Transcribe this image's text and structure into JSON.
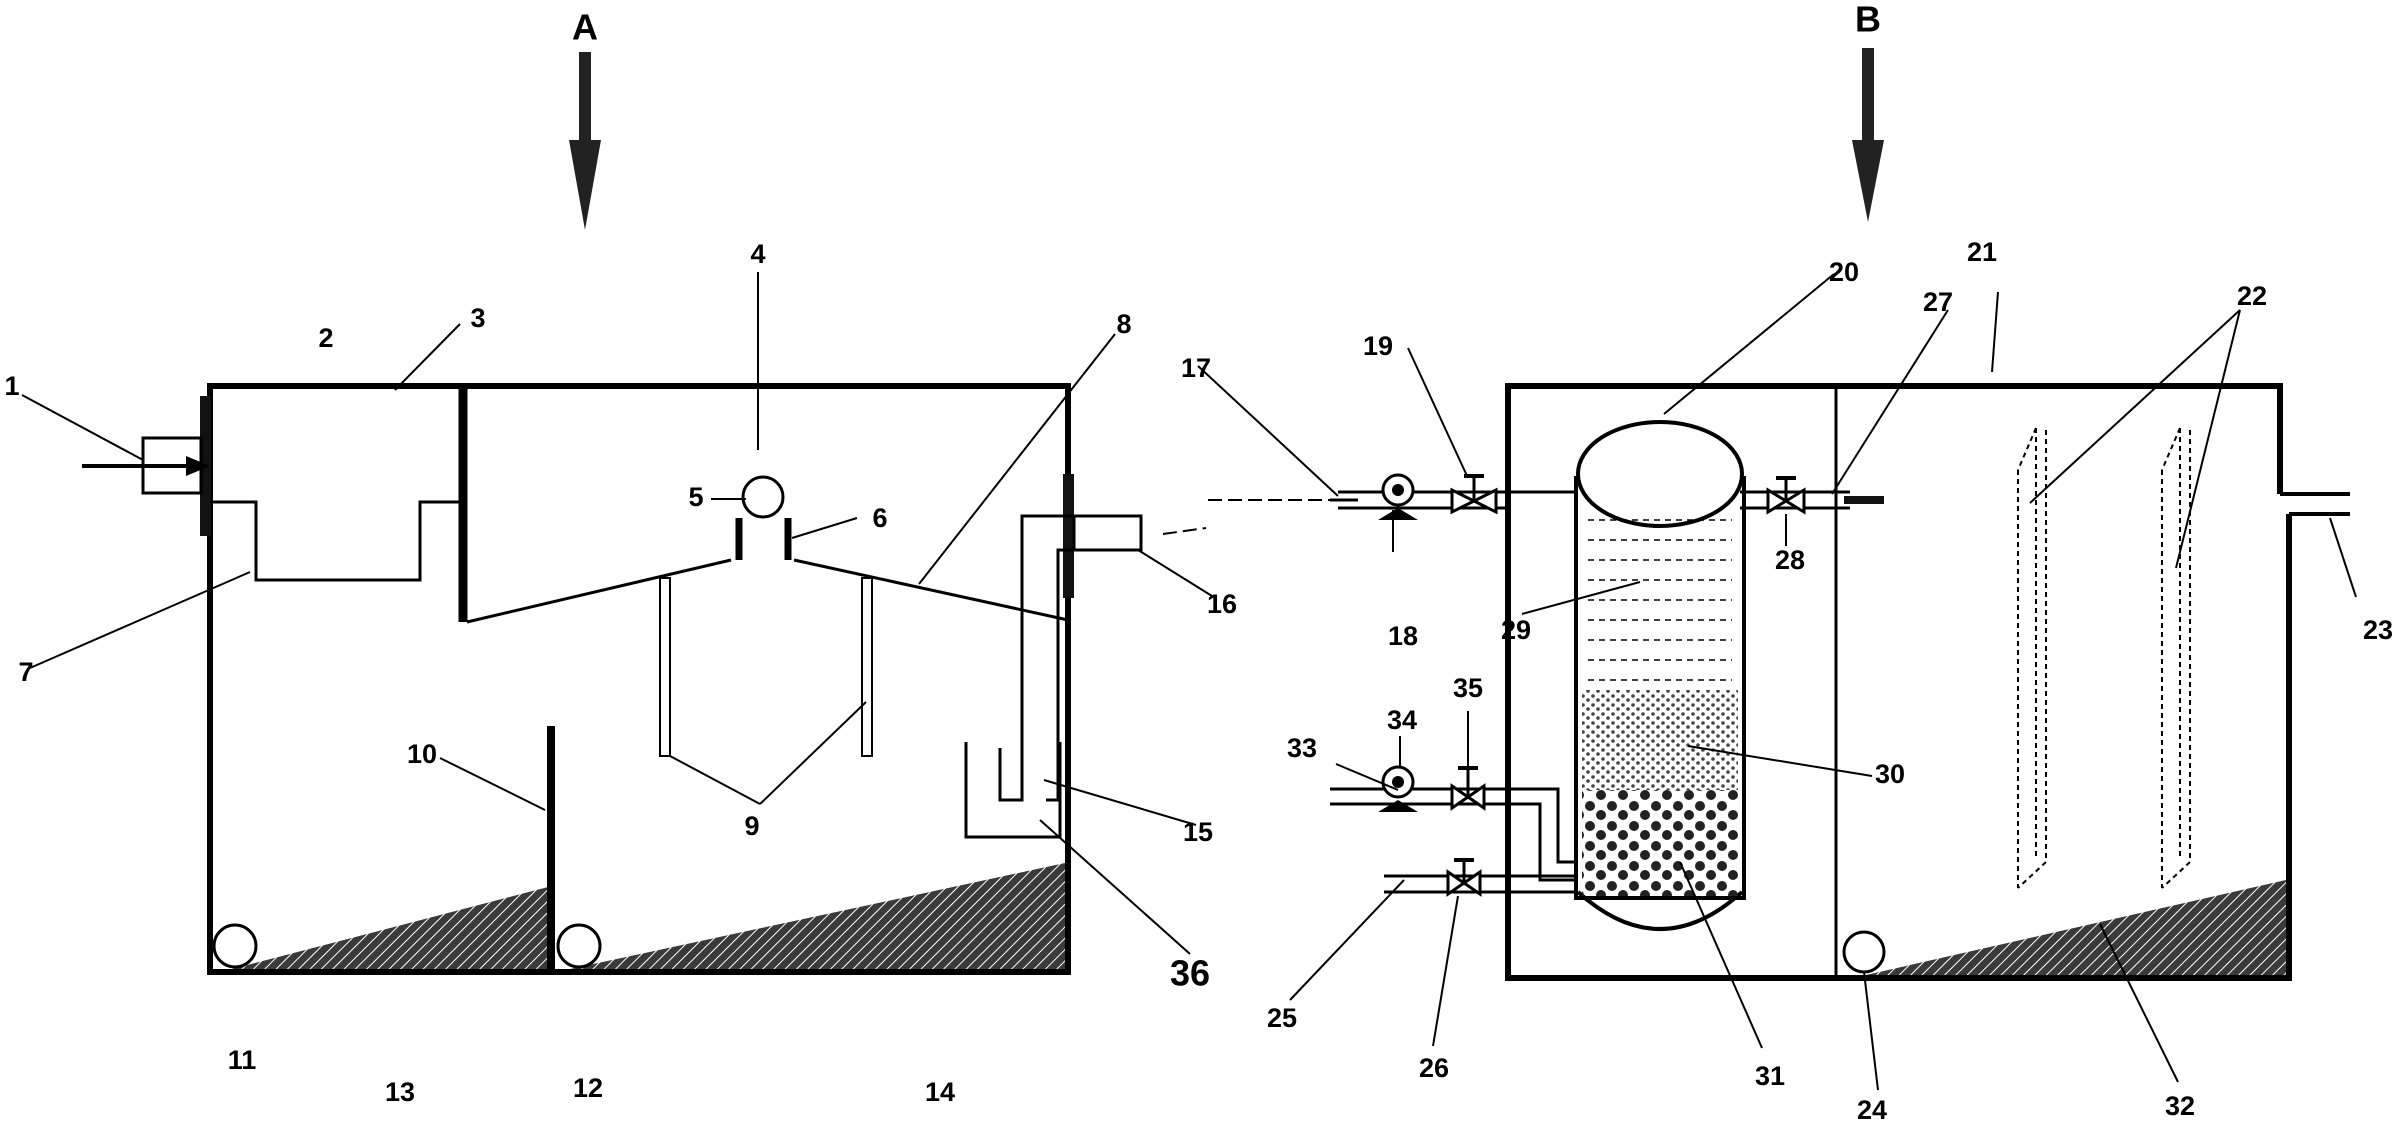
{
  "views": {
    "a": "A",
    "b": "B"
  },
  "labels": {
    "n1": "1",
    "n2": "2",
    "n3": "3",
    "n4": "4",
    "n5": "5",
    "n6": "6",
    "n7": "7",
    "n8": "8",
    "n9": "9",
    "n10": "10",
    "n11": "11",
    "n12": "12",
    "n13": "13",
    "n14": "14",
    "n15": "15",
    "n16": "16",
    "n17": "17",
    "n18": "18",
    "n19": "19",
    "n20": "20",
    "n21": "21",
    "n22": "22",
    "n23": "23",
    "n24": "24",
    "n25": "25",
    "n26": "26",
    "n27": "27",
    "n28": "28",
    "n29": "29",
    "n30": "30",
    "n31": "31",
    "n32": "32",
    "n33": "33",
    "n34": "34",
    "n35": "35",
    "n36": "36"
  }
}
